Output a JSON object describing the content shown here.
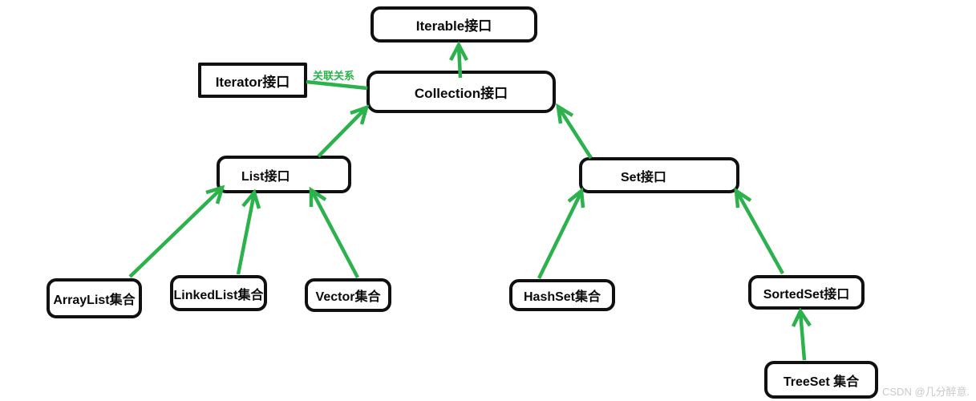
{
  "nodes": {
    "iterable": {
      "label": "Iterable接口"
    },
    "collection": {
      "label": "Collection接口"
    },
    "iterator": {
      "label": "Iterator接口"
    },
    "list": {
      "label": "List接口"
    },
    "set": {
      "label": "Set接口"
    },
    "arraylist": {
      "label": "ArrayList集合"
    },
    "linkedlist": {
      "label": "LinkedList集合"
    },
    "vector": {
      "label": "Vector集合"
    },
    "hashset": {
      "label": "HashSet集合"
    },
    "sortedset": {
      "label": "SortedSet接口"
    },
    "treeset": {
      "label": "TreeSet 集合"
    }
  },
  "edges": [
    {
      "from": "collection",
      "to": "iterable",
      "style": "arrow"
    },
    {
      "from": "list",
      "to": "collection",
      "style": "arrow"
    },
    {
      "from": "set",
      "to": "collection",
      "style": "arrow"
    },
    {
      "from": "arraylist",
      "to": "list",
      "style": "arrow"
    },
    {
      "from": "linkedlist",
      "to": "list",
      "style": "arrow"
    },
    {
      "from": "vector",
      "to": "list",
      "style": "arrow"
    },
    {
      "from": "hashset",
      "to": "set",
      "style": "arrow"
    },
    {
      "from": "sortedset",
      "to": "set",
      "style": "arrow"
    },
    {
      "from": "treeset",
      "to": "sortedset",
      "style": "arrow"
    },
    {
      "from": "iterator",
      "to": "collection",
      "style": "line",
      "label": "关联关系"
    }
  ],
  "annotations": {
    "association_label": "关联关系",
    "watermark": "CSDN @几分醉意."
  },
  "colors": {
    "arrow": "#2bb24c",
    "border": "#101010",
    "watermark": "#c9c9c9",
    "background": "#ffffff"
  }
}
